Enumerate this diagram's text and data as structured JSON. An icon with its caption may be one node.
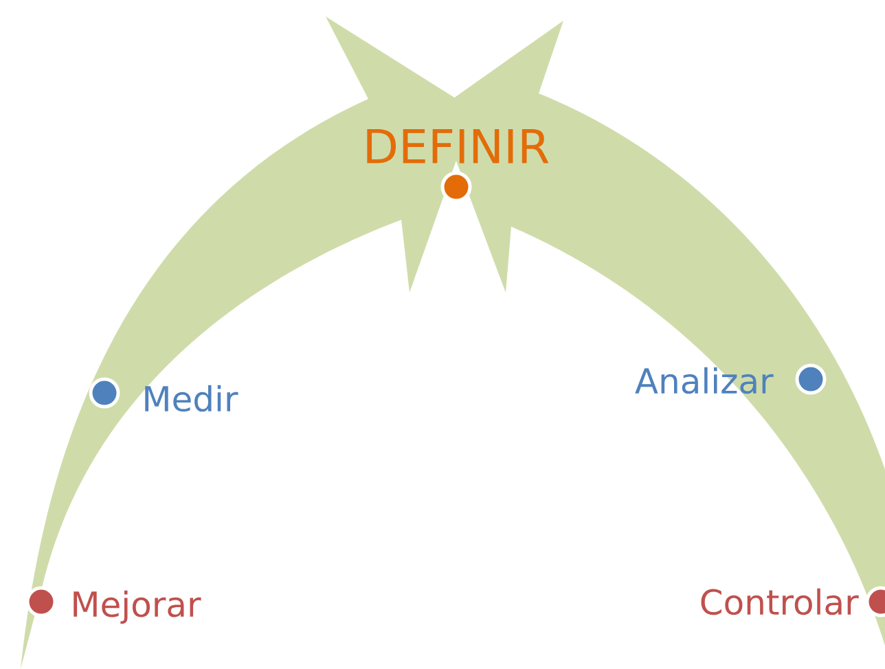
{
  "diagram": {
    "nodes": [
      {
        "text": [
          "DEFINIR"
        ]
      },
      {
        "text": [
          "Medir"
        ]
      },
      {
        "text": [
          "Analizar"
        ]
      },
      {
        "text": [
          "Mejorar"
        ]
      },
      {
        "text": [
          "Controlar"
        ]
      }
    ]
  }
}
